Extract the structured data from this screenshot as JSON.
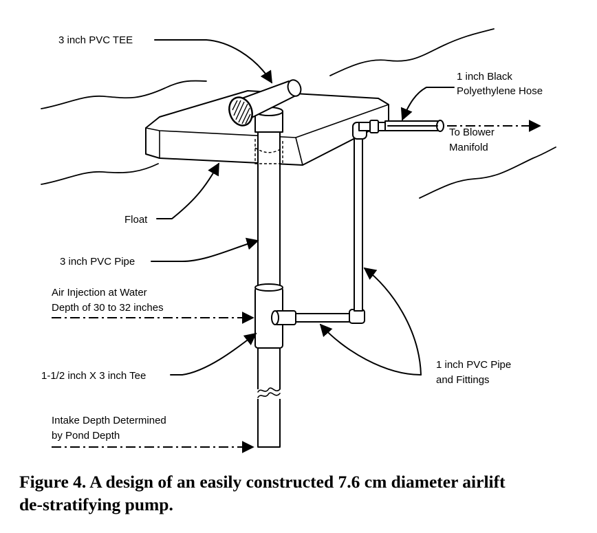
{
  "labels": {
    "tee": "3 inch PVC TEE",
    "hose_line1": "1 inch Black",
    "hose_line2": "Polyethylene Hose",
    "blower_line1": "To Blower",
    "blower_line2": "Manifold",
    "float": "Float",
    "pipe": "3 inch PVC Pipe",
    "air_line1": "Air Injection at Water",
    "air_line2": "Depth of 30 to 32 inches",
    "fittings_line1": "1 inch PVC Pipe",
    "fittings_line2": "and Fittings",
    "small_tee": "1-1/2 inch X 3 inch Tee",
    "intake_line1": "Intake Depth Determined",
    "intake_line2": "by Pond Depth"
  },
  "caption": {
    "line1": "Figure 4. A design of an easily constructed 7.6 cm diameter airlift",
    "line2": "de-stratifying pump."
  }
}
